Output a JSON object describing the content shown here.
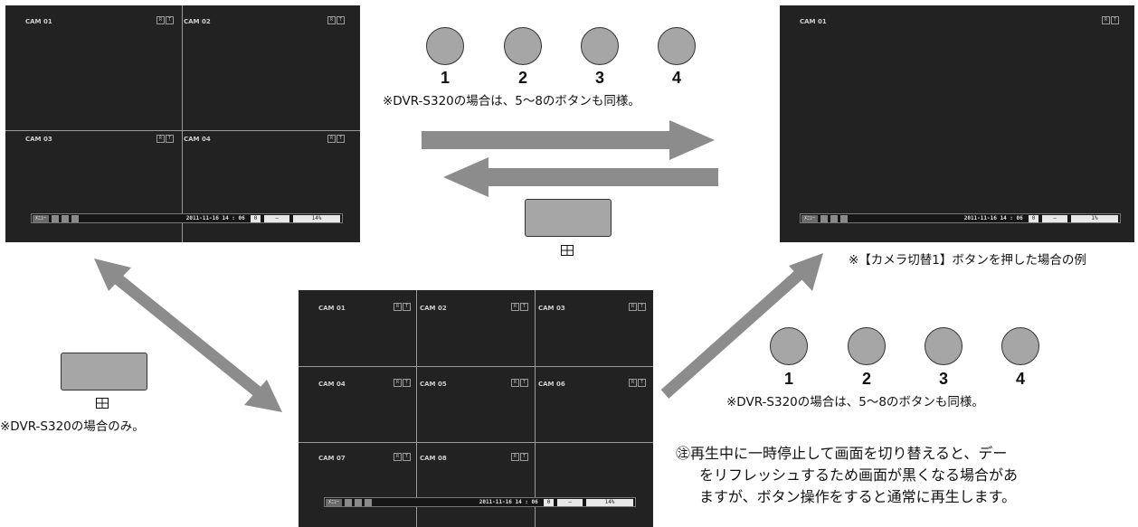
{
  "screen_quad": {
    "cams": [
      "CAM 01",
      "CAM 02",
      "CAM 03",
      "CAM 04"
    ],
    "status": {
      "menu": "ﾒﾆｭｰ",
      "datetime": "2011-11-16 14 : 06",
      "box": "0",
      "dash": "—",
      "percent": "14%"
    }
  },
  "screen_nine": {
    "cams": [
      "CAM 01",
      "CAM 02",
      "CAM 03",
      "CAM 04",
      "CAM 05",
      "CAM 06",
      "CAM 07",
      "CAM 08"
    ],
    "status": {
      "menu": "ﾒﾆｭｰ",
      "datetime": "2011-11-16 14 : 06",
      "box": "0",
      "dash": "—",
      "percent": "14%"
    }
  },
  "screen_single": {
    "cams": [
      "CAM 01"
    ],
    "status": {
      "menu": "ﾒﾆｭｰ",
      "datetime": "2011-11-16 14 : 06",
      "box": "0",
      "dash": "—",
      "percent": "1%"
    }
  },
  "cam_icons": [
    "R",
    "T"
  ],
  "top_buttons": {
    "numbers": [
      "1",
      "2",
      "3",
      "4"
    ],
    "note": "※DVR-S320の場合は、5～8のボタンも同様。"
  },
  "right_buttons": {
    "numbers": [
      "1",
      "2",
      "3",
      "4"
    ],
    "note": "※DVR-S320の場合は、5～8のボタンも同様。"
  },
  "single_caption": "※【カメラ切替1】ボタンを押した場合の例",
  "left_note": "※DVR-S320の場合のみ。",
  "memo_lines": [
    "㊟再生中に一時停止して画面を切り替えると、デー",
    "をリフレッシュするため画面が黒くなる場合があ",
    "ますが、ボタン操作をすると通常に再生します。"
  ],
  "colors": {
    "screen": "#222222",
    "arrow": "#8c8c8c",
    "button": "#a6a6a6"
  }
}
